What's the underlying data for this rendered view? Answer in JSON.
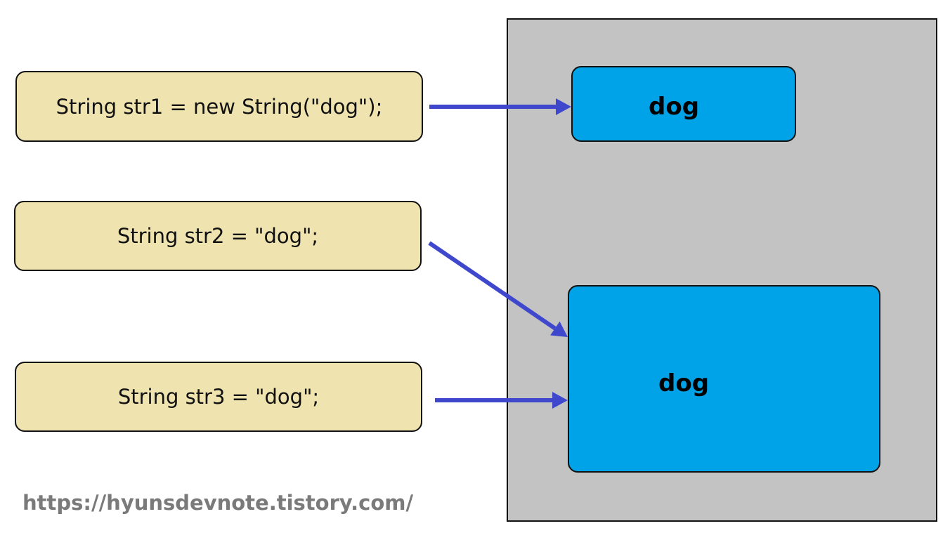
{
  "code_statements": [
    "String str1 = new String(\"dog\");",
    "String str2 = \"dog\";",
    "String str3 = \"dog\";"
  ],
  "heap_objects": [
    "dog",
    "dog"
  ],
  "footer": {
    "url": "https://hyunsdevnote.tistory.com/"
  },
  "colors": {
    "code_box_fill": "#efe3b0",
    "heap_fill": "#c3c3c3",
    "object_fill": "#00a2e8",
    "arrow": "#3f48cc",
    "url_text": "#7a7a7a"
  }
}
